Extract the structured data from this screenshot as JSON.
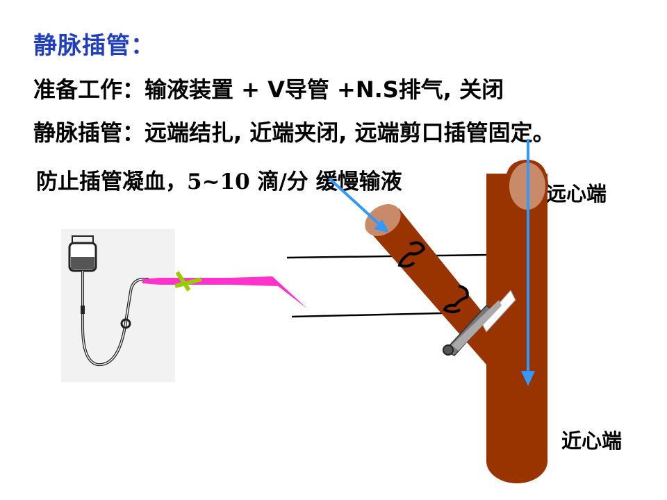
{
  "title": "静脉插管：",
  "lines": [
    "准备工作：输液装置 + V导管 +N.S排气, 关闭",
    "静脉插管：远端结扎, 近端夹闭, 远端剪口插管固定。",
    "防止插管凝血，5~10 滴/分 缓慢输液"
  ],
  "labels": {
    "far_end": "远心端",
    "near_end": "近心端"
  },
  "colors": {
    "title": "#1f3fbf",
    "vein": "#993300",
    "vein_cut": "#c98a6a",
    "arrow": "#3399ff",
    "tubing": "#ff33cc",
    "clamp_mark": "#99cc00",
    "clamp": "#666666"
  },
  "icons": [
    "infusion-set-icon",
    "hemostat-clamp-icon",
    "ligature-knot-icon"
  ]
}
